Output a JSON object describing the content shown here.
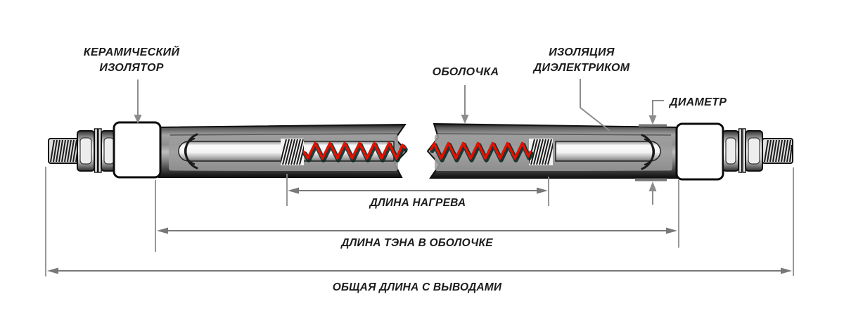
{
  "callouts": {
    "ceramic_insulator": {
      "line1": "КЕРАМИЧЕСКИЙ",
      "line2": "ИЗОЛЯТОР"
    },
    "sheath": {
      "label": "ОБОЛОЧКА"
    },
    "dielectric_insulation": {
      "line1": "ИЗОЛЯЦИЯ",
      "line2": "ДИЭЛЕКТРИКОМ"
    },
    "diameter": {
      "label": "ДИАМЕТР"
    }
  },
  "dimensions": {
    "heating_length": "ДЛИНА НАГРЕВА",
    "element_length_in_sheath": "ДЛИНА ТЭНА В ОБОЛОЧКЕ",
    "total_length_with_leads": "ОБЩАЯ ДЛИНА С ВЫВОДАМИ"
  },
  "colors": {
    "coil": "#e31200",
    "coil_shadow": "#0e2a28",
    "metal_outline": "#111111",
    "dimension_gray": "#787878",
    "label_text": "#1c1c1c",
    "insulator_fill": "#ffffff"
  }
}
